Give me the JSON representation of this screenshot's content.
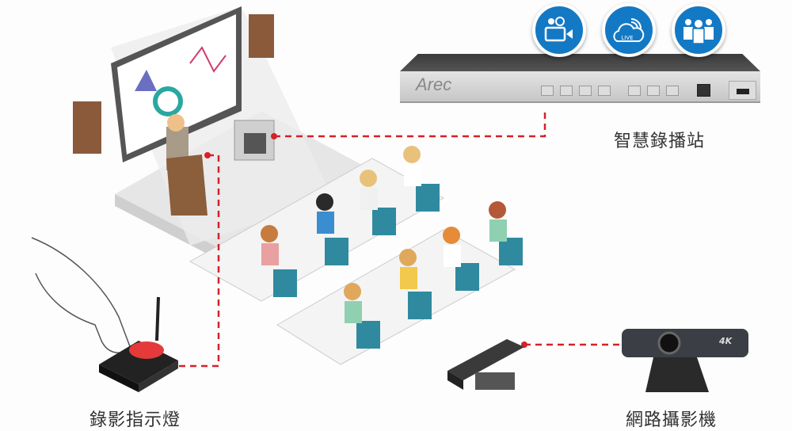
{
  "labels": {
    "recording_station": "智慧錄播站",
    "recording_indicator": "錄影指示燈",
    "network_camera": "網路攝影機"
  },
  "device": {
    "brand": "Arec"
  },
  "feature_icons": [
    {
      "icon": "video-camera-icon"
    },
    {
      "icon": "live-cloud-icon",
      "text": "LIVE"
    },
    {
      "icon": "group-users-icon"
    }
  ],
  "camera": {
    "badge": "4K"
  },
  "colors": {
    "accent": "#1479c4",
    "link_line": "#d6202a"
  }
}
